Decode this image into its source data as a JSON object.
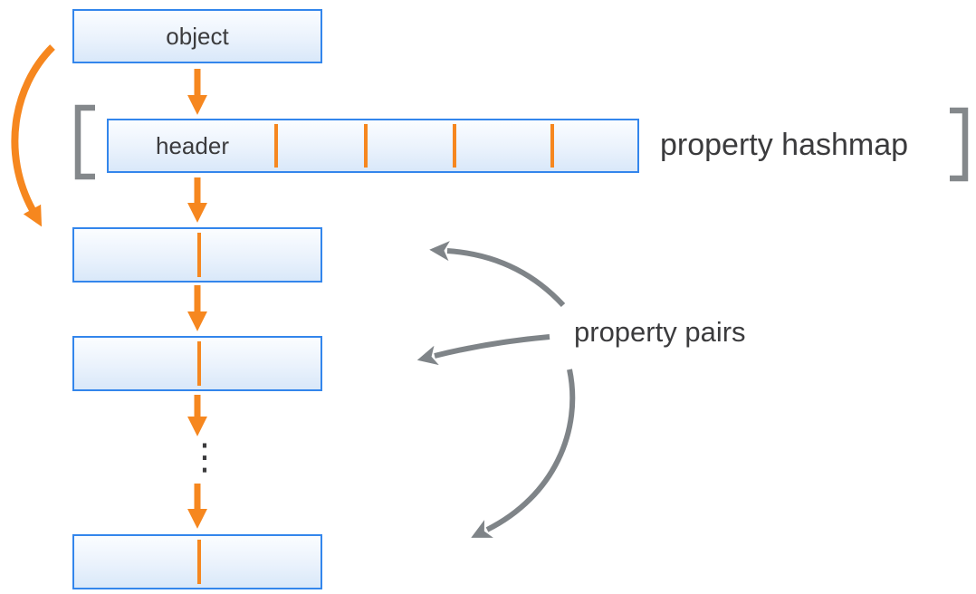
{
  "diagram": {
    "object": {
      "label": "object"
    },
    "hashmap": {
      "header_label": "header",
      "caption": "property hashmap",
      "cell_count": 5
    },
    "pairs": {
      "caption": "property pairs",
      "box_count": 3,
      "ellipsis": "⋮"
    },
    "colors": {
      "accent_orange": "#F6871F",
      "box_border_blue": "#3386EC",
      "box_fill_top": "#FBFDFF",
      "box_fill_bottom": "#D9E8F9",
      "connector_gray": "#7F8488",
      "bracket_gray": "#84888B",
      "text_dark": "#3B3B3D"
    }
  }
}
